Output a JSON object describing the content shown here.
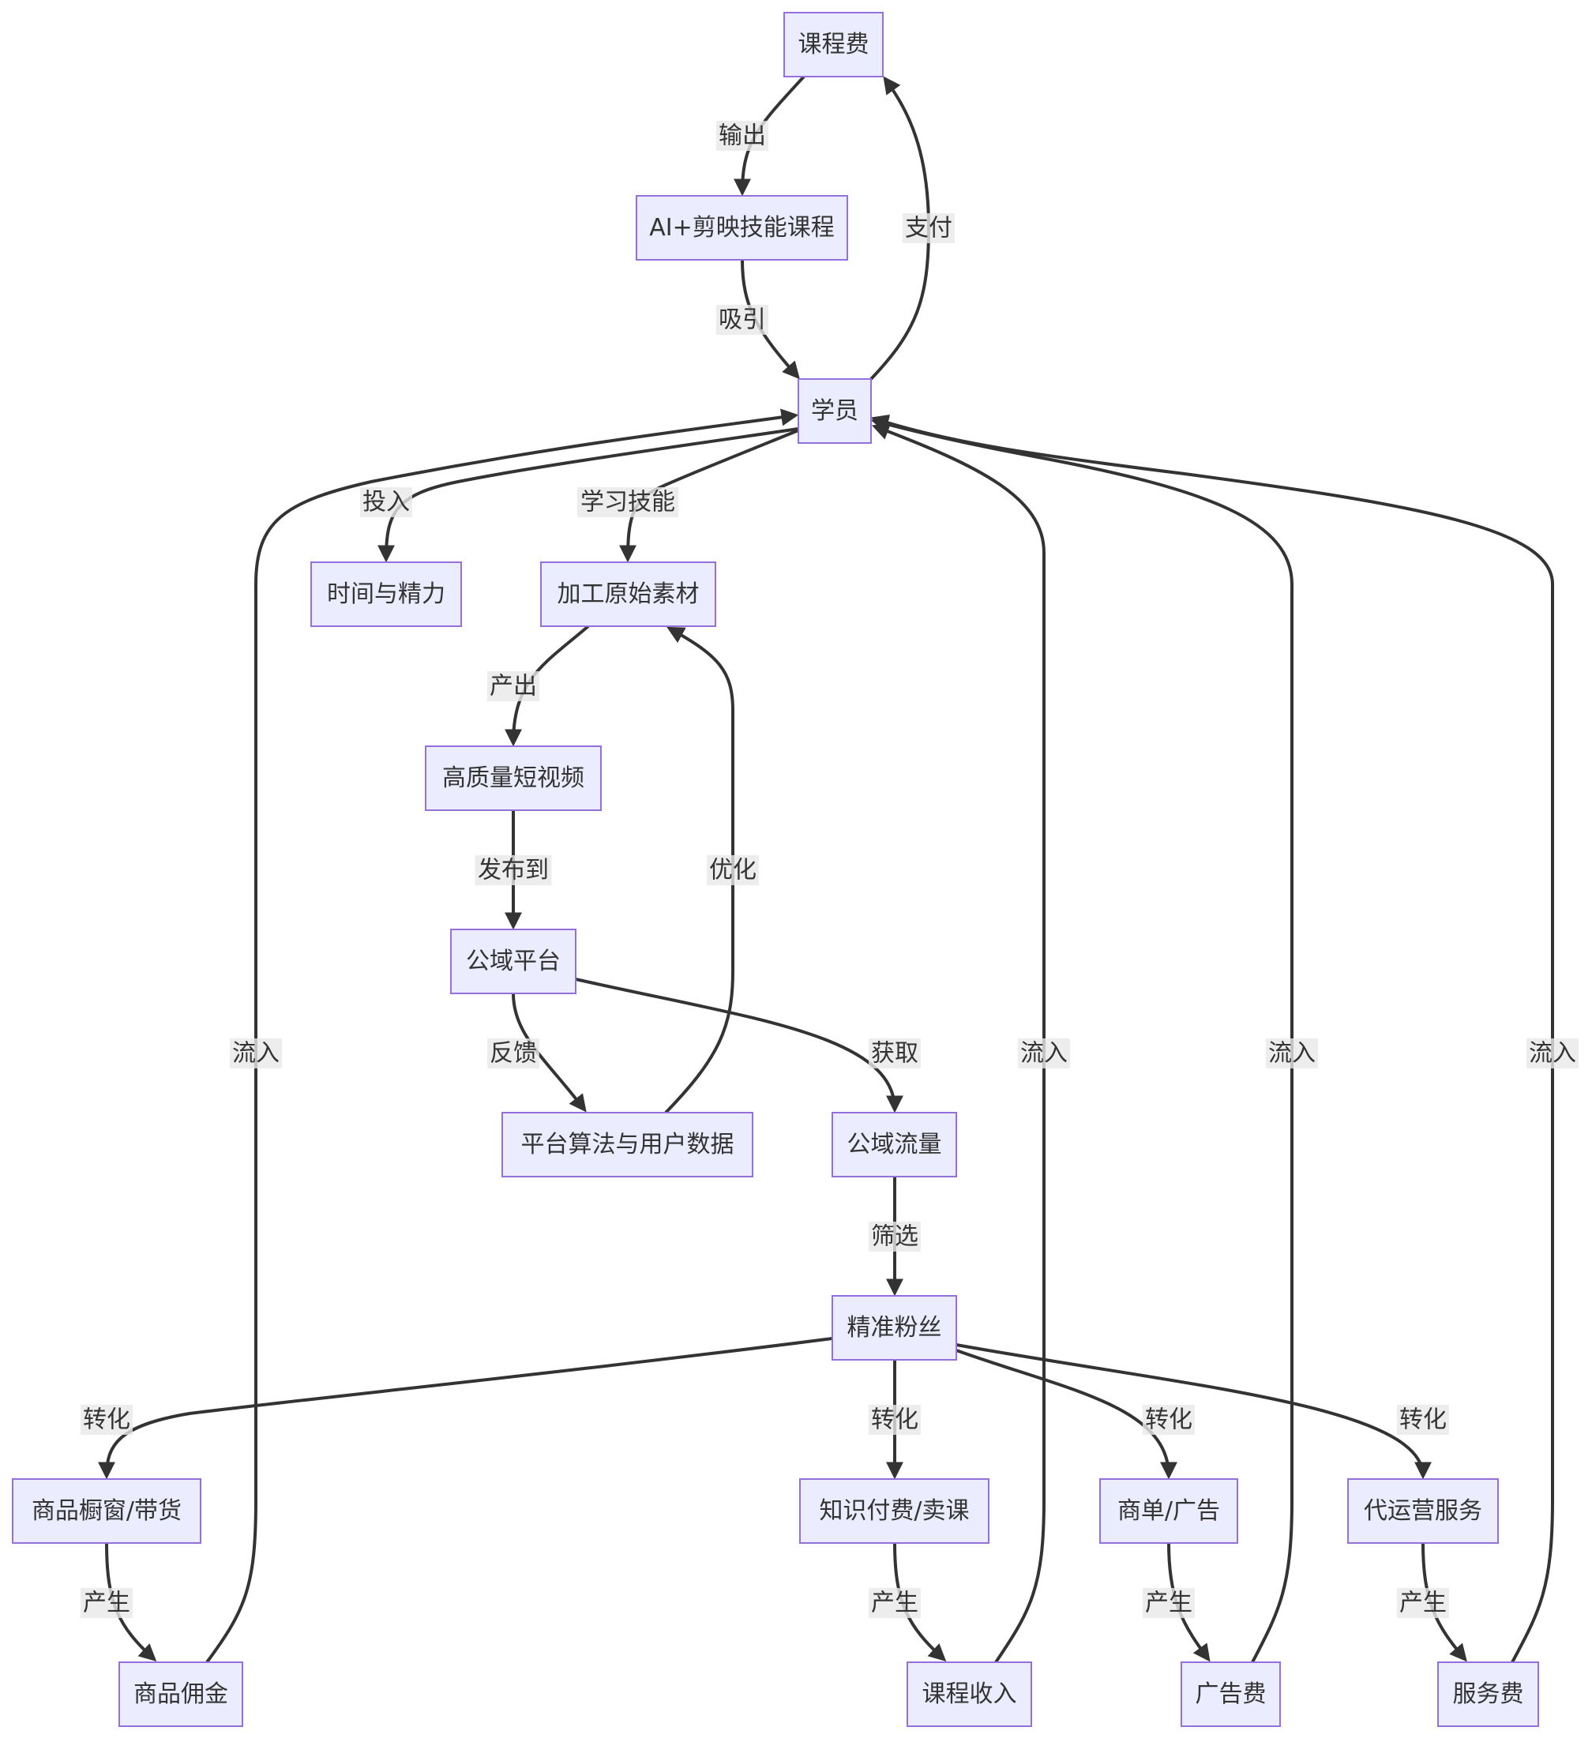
{
  "nodes": {
    "course_fee": "课程费",
    "ai_course": "AI+剪映技能课程",
    "student": "学员",
    "time_energy": "时间与精力",
    "raw_material": "加工原始素材",
    "hq_video": "高质量短视频",
    "public_platform": "公域平台",
    "algo_data": "平台算法与用户数据",
    "public_traffic": "公域流量",
    "target_fans": "精准粉丝",
    "showcase": "商品橱窗/带货",
    "knowledge_paid": "知识付费/卖课",
    "biz_ads": "商单/广告",
    "agency_service": "代运营服务",
    "commission": "商品佣金",
    "course_income": "课程收入",
    "ad_fee": "广告费",
    "service_fee": "服务费"
  },
  "edges": [
    {
      "id": "e1",
      "from": "course_fee",
      "to": "ai_course",
      "label": "输出"
    },
    {
      "id": "e2",
      "from": "ai_course",
      "to": "student",
      "label": "吸引"
    },
    {
      "id": "e3",
      "from": "student",
      "to": "course_fee",
      "label": "支付"
    },
    {
      "id": "e4",
      "from": "student",
      "to": "time_energy",
      "label": "投入"
    },
    {
      "id": "e5",
      "from": "student",
      "to": "raw_material",
      "label": "学习技能"
    },
    {
      "id": "e6",
      "from": "raw_material",
      "to": "hq_video",
      "label": "产出"
    },
    {
      "id": "e7",
      "from": "hq_video",
      "to": "public_platform",
      "label": "发布到"
    },
    {
      "id": "e8",
      "from": "public_platform",
      "to": "algo_data",
      "label": "反馈"
    },
    {
      "id": "e9",
      "from": "algo_data",
      "to": "raw_material",
      "label": "优化"
    },
    {
      "id": "e10",
      "from": "public_platform",
      "to": "public_traffic",
      "label": "获取"
    },
    {
      "id": "e11",
      "from": "public_traffic",
      "to": "target_fans",
      "label": "筛选"
    },
    {
      "id": "e12",
      "from": "target_fans",
      "to": "showcase",
      "label": "转化"
    },
    {
      "id": "e13",
      "from": "target_fans",
      "to": "knowledge_paid",
      "label": "转化"
    },
    {
      "id": "e14",
      "from": "target_fans",
      "to": "biz_ads",
      "label": "转化"
    },
    {
      "id": "e15",
      "from": "target_fans",
      "to": "agency_service",
      "label": "转化"
    },
    {
      "id": "e16",
      "from": "showcase",
      "to": "commission",
      "label": "产生"
    },
    {
      "id": "e17",
      "from": "knowledge_paid",
      "to": "course_income",
      "label": "产生"
    },
    {
      "id": "e18",
      "from": "biz_ads",
      "to": "ad_fee",
      "label": "产生"
    },
    {
      "id": "e19",
      "from": "agency_service",
      "to": "service_fee",
      "label": "产生"
    },
    {
      "id": "e20",
      "from": "commission",
      "to": "student",
      "label": "流入"
    },
    {
      "id": "e21",
      "from": "course_income",
      "to": "student",
      "label": "流入"
    },
    {
      "id": "e22",
      "from": "ad_fee",
      "to": "student",
      "label": "流入"
    },
    {
      "id": "e23",
      "from": "service_fee",
      "to": "student",
      "label": "流入"
    }
  ]
}
